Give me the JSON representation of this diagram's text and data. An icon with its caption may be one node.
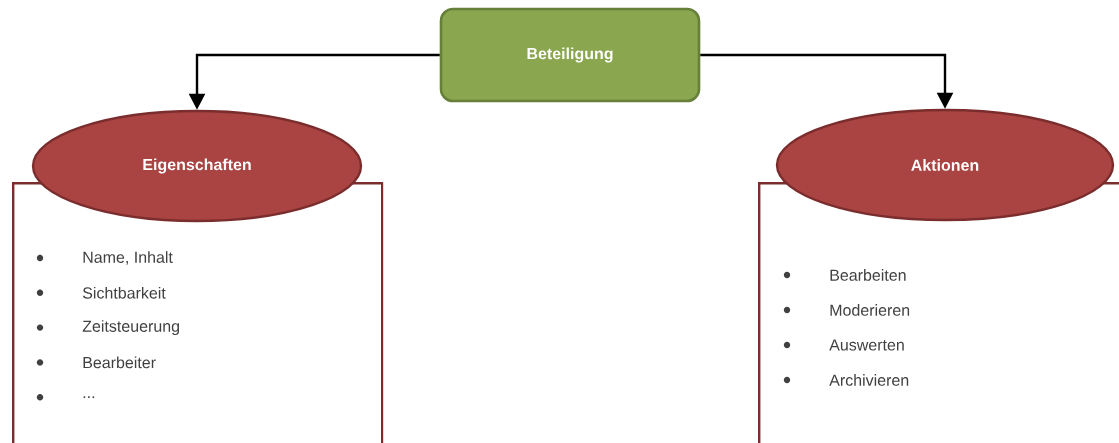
{
  "diagram": {
    "nodes": [
      {
        "text": [
          "Beteiligung"
        ]
      },
      {
        "text": [
          "Eigenschaften"
        ]
      },
      {
        "text": [
          "Name, Inhalt",
          "Sichtbarkeit",
          "Zeitsteuerung",
          "Bearbeiter",
          "..."
        ]
      },
      {
        "text": [
          "Aktionen"
        ]
      },
      {
        "text": [
          "Bearbeiten",
          "Moderieren",
          "Auswerten",
          "Archivieren"
        ]
      }
    ],
    "edges": [
      {
        "from": 0,
        "to": 1,
        "arrow": "to"
      },
      {
        "from": 0,
        "to": 3,
        "arrow": "to"
      }
    ]
  }
}
